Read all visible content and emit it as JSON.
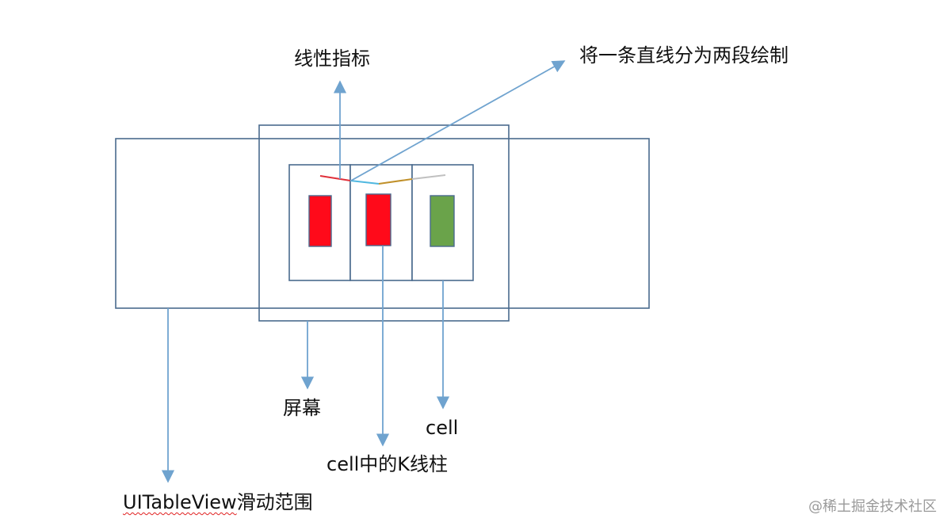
{
  "labels": {
    "linear_indicator": "线性指标",
    "split_line": "将一条直线分为两段绘制",
    "screen": "屏幕",
    "cell": "cell",
    "kline_in_cell": "cell中的K线柱",
    "tableview_prefix": "UITableView",
    "tableview_suffix": "滑动范围"
  },
  "watermark": "@稀土掘金技术社区",
  "colors": {
    "box_stroke": "#4a6a8e",
    "arrow": "#6fa3cf",
    "candle_red": "#ff0a1a",
    "candle_green": "#6aa34a",
    "segment_red": "#e0303a",
    "segment_cyan": "#4fb8e0",
    "segment_gold": "#c0902a",
    "segment_gray": "#c0c0c0"
  }
}
